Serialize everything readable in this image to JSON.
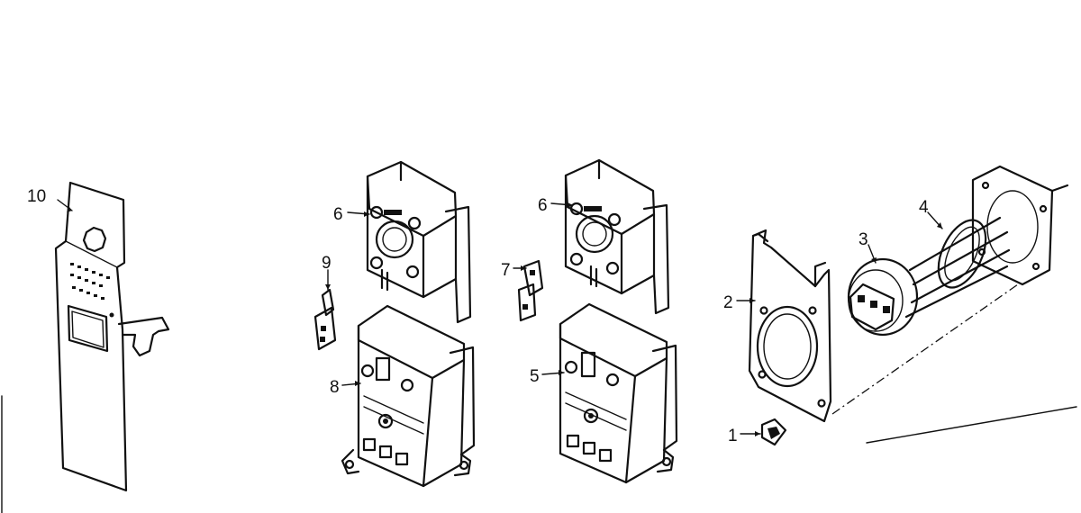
{
  "diagram": {
    "callouts": [
      {
        "id": "c1",
        "label": "1"
      },
      {
        "id": "c2",
        "label": "2"
      },
      {
        "id": "c3",
        "label": "3"
      },
      {
        "id": "c4",
        "label": "4"
      },
      {
        "id": "c5",
        "label": "5"
      },
      {
        "id": "c6a",
        "label": "6"
      },
      {
        "id": "c6b",
        "label": "6"
      },
      {
        "id": "c7",
        "label": "7"
      },
      {
        "id": "c8",
        "label": "8"
      },
      {
        "id": "c9",
        "label": "9"
      },
      {
        "id": "c10",
        "label": "10"
      }
    ]
  }
}
